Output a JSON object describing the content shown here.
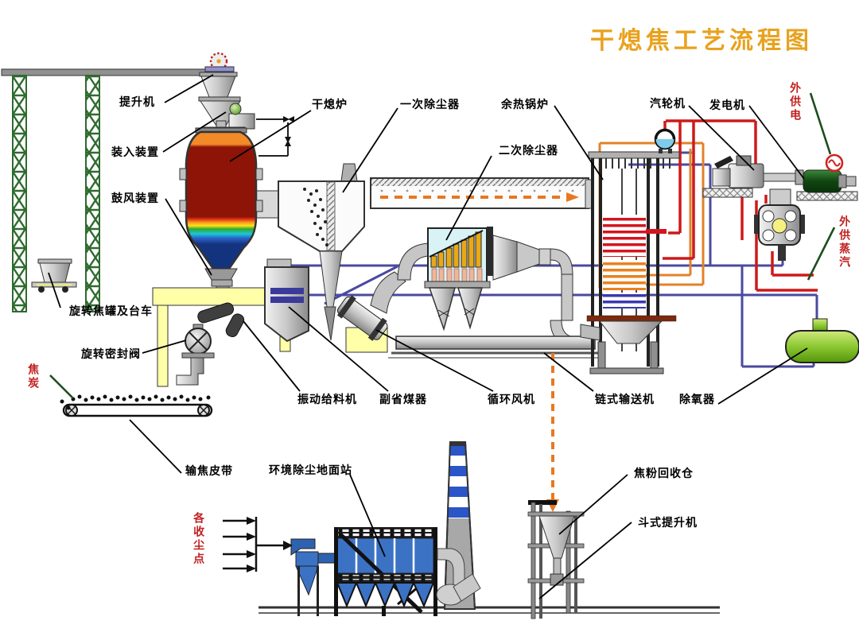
{
  "title": "干熄焦工艺流程图",
  "colors": {
    "title": "#E8A21E",
    "label_text": "#000000",
    "red_label_text": "#C02020",
    "leader_line": "#000000",
    "green_leader": "#1E4D1E",
    "steam_pipe_red": "#CE1A1A",
    "gas_pipe_orange": "#E2822A",
    "water_pipe_navy": "#4A4AA0",
    "dashed_arrow_orange": "#E87820",
    "tower_green": "#2E6B2E",
    "furnace_hot_zone": "#8E1408",
    "furnace_cool_zone": "#14337F",
    "deaerator_green": "#8CC832",
    "generator_green": "#114411",
    "bag_filter_blue": "#3B72C4",
    "chimney_band_blue": "#2B55C8",
    "support_yellow": "#FFFFA8",
    "cyclone_slat_gold": "#E8A818"
  },
  "labels": {
    "hoist": "提升机",
    "charging_device": "装入装置",
    "blast_device": "鼓风装置",
    "dry_quench_furnace": "干熄炉",
    "primary_dust_collector": "一次除尘器",
    "secondary_dust_collector": "二次除尘器",
    "waste_heat_boiler": "余热锅炉",
    "steam_turbine": "汽轮机",
    "generator": "发电机",
    "external_power": "外供电",
    "external_steam": "外供蒸汽",
    "rotating_coke_tank_trolley": "旋转焦罐及台车",
    "rotating_seal_valve": "旋转密封阀",
    "coke": "焦炭",
    "vibrating_feeder": "振动给料机",
    "secondary_economizer": "副省煤器",
    "circulating_fan": "循环风机",
    "chain_conveyor": "链式输送机",
    "deaerator": "除氧器",
    "coke_conveyor_belt": "输焦皮带",
    "ground_dedusting_station": "环境除尘地面站",
    "dust_collection_points": "各收尘点",
    "coke_powder_recovery_bin": "焦粉回收仓",
    "bucket_elevator": "斗式提升机"
  }
}
